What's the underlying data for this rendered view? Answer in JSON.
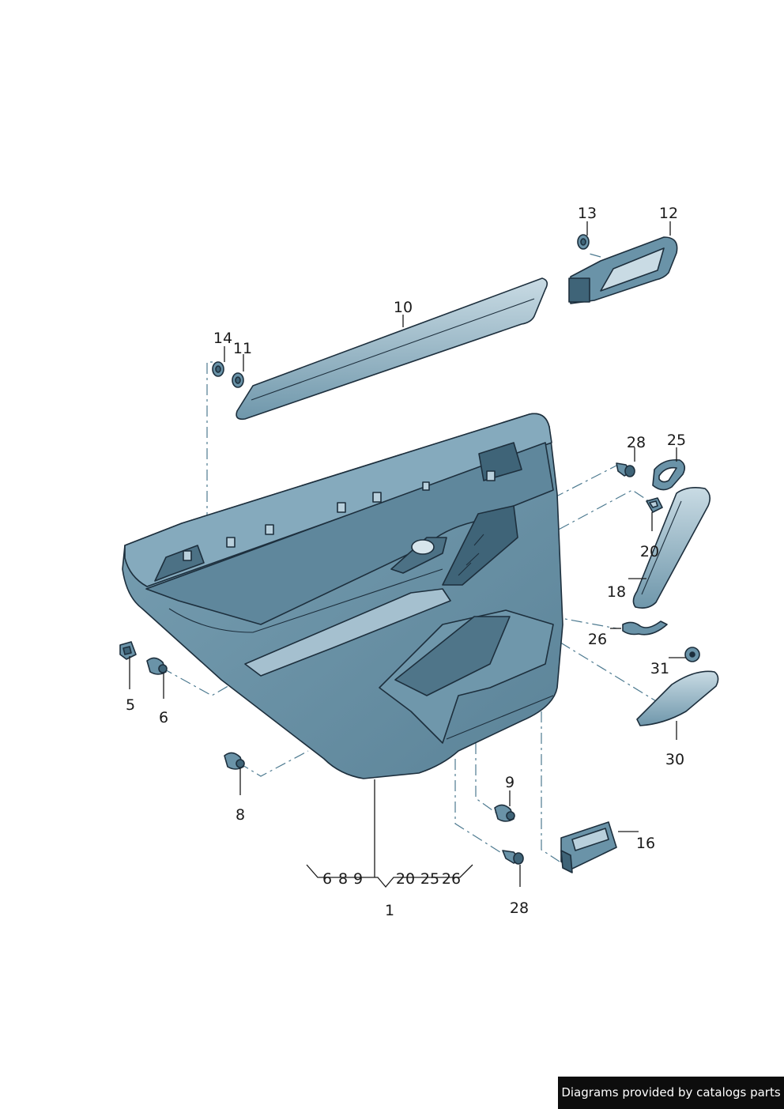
{
  "callouts": {
    "p1": "1",
    "p5": "5",
    "p6": "6",
    "p8": "8",
    "p9": "9",
    "p10": "10",
    "p11": "11",
    "p12": "12",
    "p13": "13",
    "p14": "14",
    "p16": "16",
    "p18": "18",
    "p20": "20",
    "p25": "25",
    "p26": "26",
    "p28a": "28",
    "p28b": "28",
    "p30": "30",
    "p31": "31"
  },
  "assembly_group": [
    "6",
    "8",
    "9",
    "20",
    "25",
    "26"
  ],
  "credit": "Diagrams provided by catalogs parts",
  "colors": {
    "part_fill": "#6a93a8",
    "part_light": "#a9c4d2",
    "part_dark": "#3f6478",
    "outline": "#1d2f3d",
    "leader": "#1a1a1a",
    "dashed_leader": "#4d7a90"
  }
}
